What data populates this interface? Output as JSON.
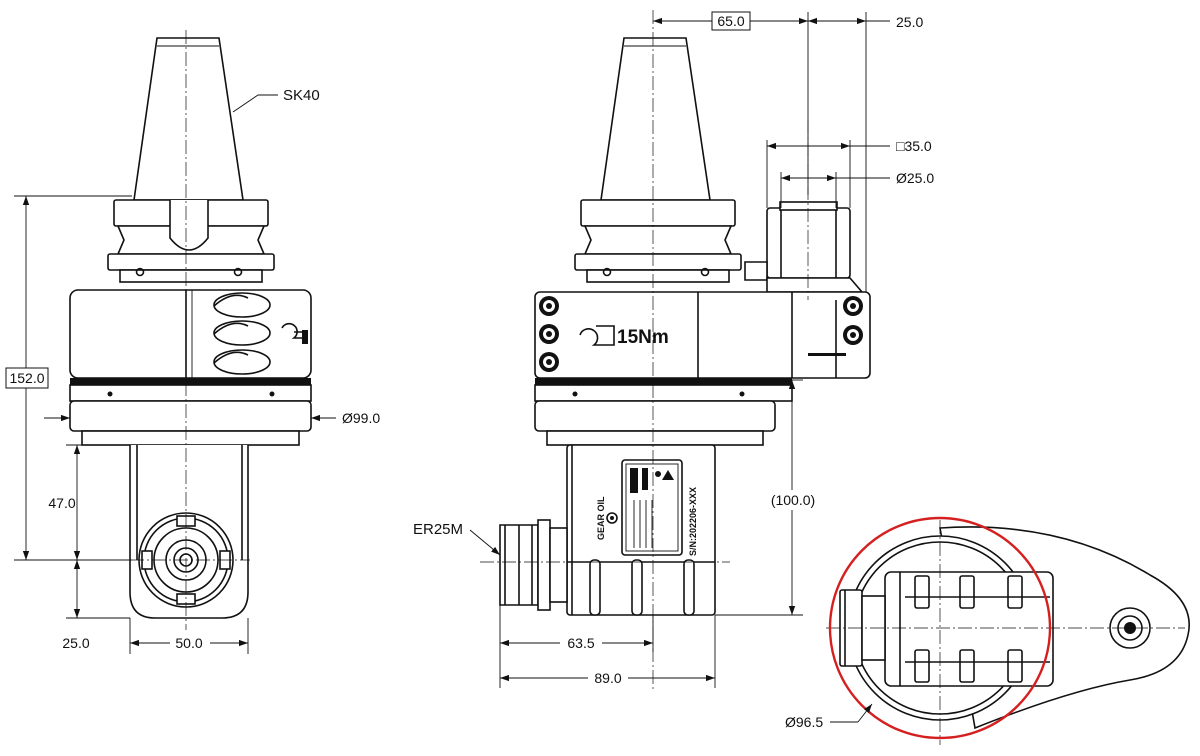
{
  "labels": {
    "taper": "SK40",
    "collet": "ER25M",
    "torque": "15Nm",
    "gear_oil": "GEAR OIL",
    "serial": "S/N:202206-XXX"
  },
  "dimensions": {
    "overall_height": "152.0",
    "body_diameter": "Ø99.0",
    "spindle_height": "47.0",
    "bottom_offset": "25.0",
    "width": "50.0",
    "offset_65": "65.0",
    "offset_25": "25.0",
    "square": "□35.0",
    "stop_diameter": "Ø25.0",
    "side_height": "(100.0)",
    "depth_63": "63.5",
    "depth_89": "89.0",
    "swing_diameter": "Ø96.5"
  },
  "colors": {
    "line": "#111111",
    "highlight_circle": "#d42020"
  }
}
